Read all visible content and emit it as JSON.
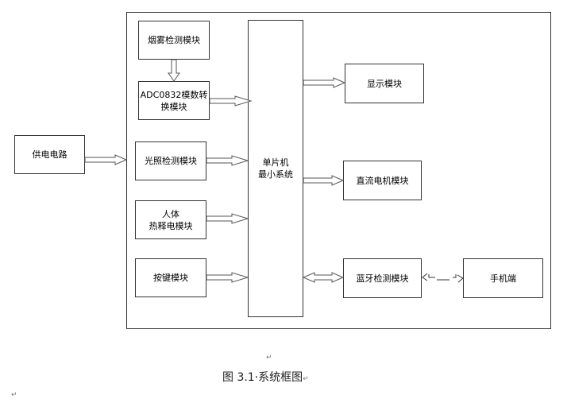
{
  "diagram": {
    "outer_frame": "system-boundary",
    "blocks": {
      "power": "供电电路",
      "smoke": "烟雾检测模块",
      "adc": "ADC0832模数转\n换模块",
      "light": "光照检测模块",
      "pir": "人体\n热释电模块",
      "keys": "按键模块",
      "mcu": "单片机\n最小系统",
      "display": "显示模块",
      "motor": "直流电机模块",
      "bluetooth": "蓝牙检测模块",
      "phone": "手机端"
    },
    "connections": [
      {
        "from": "smoke",
        "to": "adc",
        "type": "arrow"
      },
      {
        "from": "adc",
        "to": "mcu",
        "type": "arrow"
      },
      {
        "from": "light",
        "to": "mcu",
        "type": "arrow"
      },
      {
        "from": "pir",
        "to": "mcu",
        "type": "arrow"
      },
      {
        "from": "keys",
        "to": "mcu",
        "type": "arrow"
      },
      {
        "from": "power",
        "to": "system",
        "type": "arrow"
      },
      {
        "from": "mcu",
        "to": "display",
        "type": "arrow"
      },
      {
        "from": "mcu",
        "to": "motor",
        "type": "arrow"
      },
      {
        "from": "mcu",
        "to": "bluetooth",
        "type": "bidirectional"
      },
      {
        "from": "bluetooth",
        "to": "phone",
        "type": "wireless-dashed"
      }
    ]
  },
  "caption": "图 3.1·系统框图",
  "paragraph_mark": "↵"
}
